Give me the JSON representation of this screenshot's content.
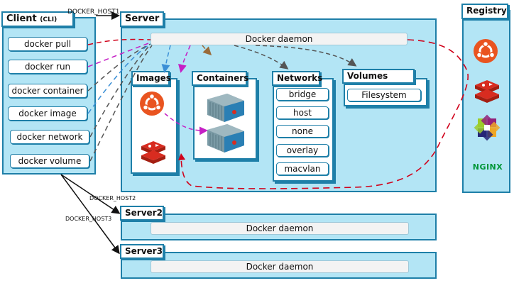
{
  "client": {
    "title": "Client",
    "subtitle": "(CLI)",
    "commands": [
      "docker pull",
      "docker run",
      "docker container",
      "docker image",
      "docker network",
      "docker volume"
    ]
  },
  "hosts": {
    "host1": "DOCKER_HOST1",
    "host2": "DOCKER_HOST2",
    "host3": "DOCKER_HOST3"
  },
  "server": {
    "title": "Server",
    "daemon": "Docker daemon",
    "images": {
      "title": "Images",
      "icons": [
        "ubuntu-logo",
        "redis-logo"
      ]
    },
    "containers": {
      "title": "Containers",
      "icons": [
        "container-icon",
        "container-icon"
      ]
    },
    "networks": {
      "title": "Networks",
      "items": [
        "bridge",
        "host",
        "none",
        "overlay",
        "macvlan"
      ]
    },
    "volumes": {
      "title": "Volumes",
      "items": [
        "Filesystem"
      ]
    }
  },
  "server2": {
    "title": "Server2",
    "daemon": "Docker daemon"
  },
  "server3": {
    "title": "Server3",
    "daemon": "Docker daemon"
  },
  "registry": {
    "title": "Registry",
    "logos": [
      "ubuntu-logo",
      "redis-logo",
      "centos-logo",
      "nginx-logo"
    ],
    "nginx_text": "NGINX"
  },
  "colors": {
    "panel": "#b3e5f5",
    "border": "#1e7fa8",
    "ubuntu": "#e95420",
    "redis": "#d82c20",
    "nginx": "#009639",
    "dash_red": "#d0021b",
    "dash_magenta": "#c51fc5",
    "dash_blue": "#3a8fd6",
    "dash_gray": "#555555",
    "dash_brown": "#9a6b3a"
  }
}
